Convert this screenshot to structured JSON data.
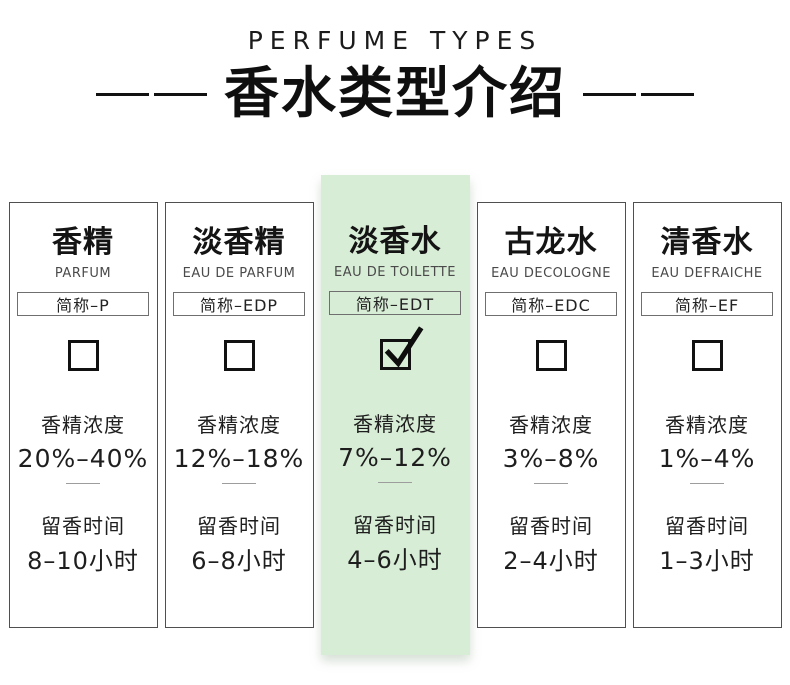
{
  "header": {
    "subtitle": "PERFUME TYPES",
    "title": "香水类型介绍"
  },
  "row_labels": {
    "concentration": "香精浓度",
    "duration": "留香时间"
  },
  "columns": [
    {
      "name": "香精",
      "latin": "PARFUM",
      "abbr": "简称–P",
      "checked": false,
      "concentration": "20%–40%",
      "duration": "8–10小时"
    },
    {
      "name": "淡香精",
      "latin": "EAU DE PARFUM",
      "abbr": "简称–EDP",
      "checked": false,
      "concentration": "12%–18%",
      "duration": "6–8小时"
    },
    {
      "name": "淡香水",
      "latin": "EAU DE TOILETTE",
      "abbr": "简称–EDT",
      "checked": true,
      "concentration": "7%–12%",
      "duration": "4–6小时"
    },
    {
      "name": "古龙水",
      "latin": "EAU DECOLOGNE",
      "abbr": "简称–EDC",
      "checked": false,
      "concentration": "3%–8%",
      "duration": "2–4小时"
    },
    {
      "name": "清香水",
      "latin": "EAU DEFRAICHE",
      "abbr": "简称–EF",
      "checked": false,
      "concentration": "1%–4%",
      "duration": "1–3小时"
    }
  ],
  "icons": {
    "check_icon": "✓"
  },
  "colors": {
    "highlight_background": "#d8edd6",
    "column_border": "#4f4f4f",
    "text_primary": "#141414",
    "text_secondary": "#4a4a4a",
    "dash": "#111111"
  }
}
